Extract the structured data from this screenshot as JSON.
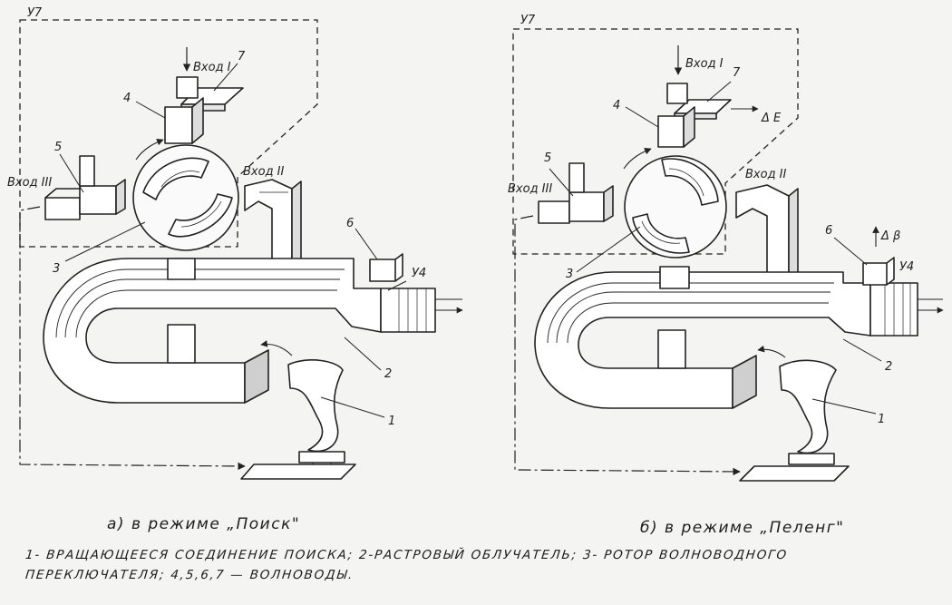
{
  "panels": [
    {
      "id": "a",
      "block_label": "У7",
      "input_1": "Вход I",
      "input_2": "Вход II",
      "input_3": "Вход III",
      "unit_label": "У4",
      "numbers": [
        "1",
        "2",
        "3",
        "4",
        "5",
        "6",
        "7"
      ],
      "caption": "а) в режиме „Поиск\""
    },
    {
      "id": "b",
      "block_label": "У7",
      "input_1": "Вход I",
      "input_2": "Вход II",
      "input_3": "Вход III",
      "unit_label": "У4",
      "delta_e": "Δ Е",
      "delta_b": "Δ β",
      "numbers": [
        "1",
        "2",
        "3",
        "4",
        "5",
        "6",
        "7"
      ],
      "caption": "б) в режиме „Пеленг\""
    }
  ],
  "legend": {
    "line1": "1- ВРАЩАЮЩЕЕСЯ СОЕДИНЕНИЕ ПОИСКА;  2-РАСТРОВЫЙ ОБЛУЧАТЕЛЬ;  3- РОТОР ВОЛНОВОДНОГО",
    "line2": "ПЕРЕКЛЮЧАТЕЛЯ;      4,5,6,7 — ВОЛНОВОДЫ."
  }
}
